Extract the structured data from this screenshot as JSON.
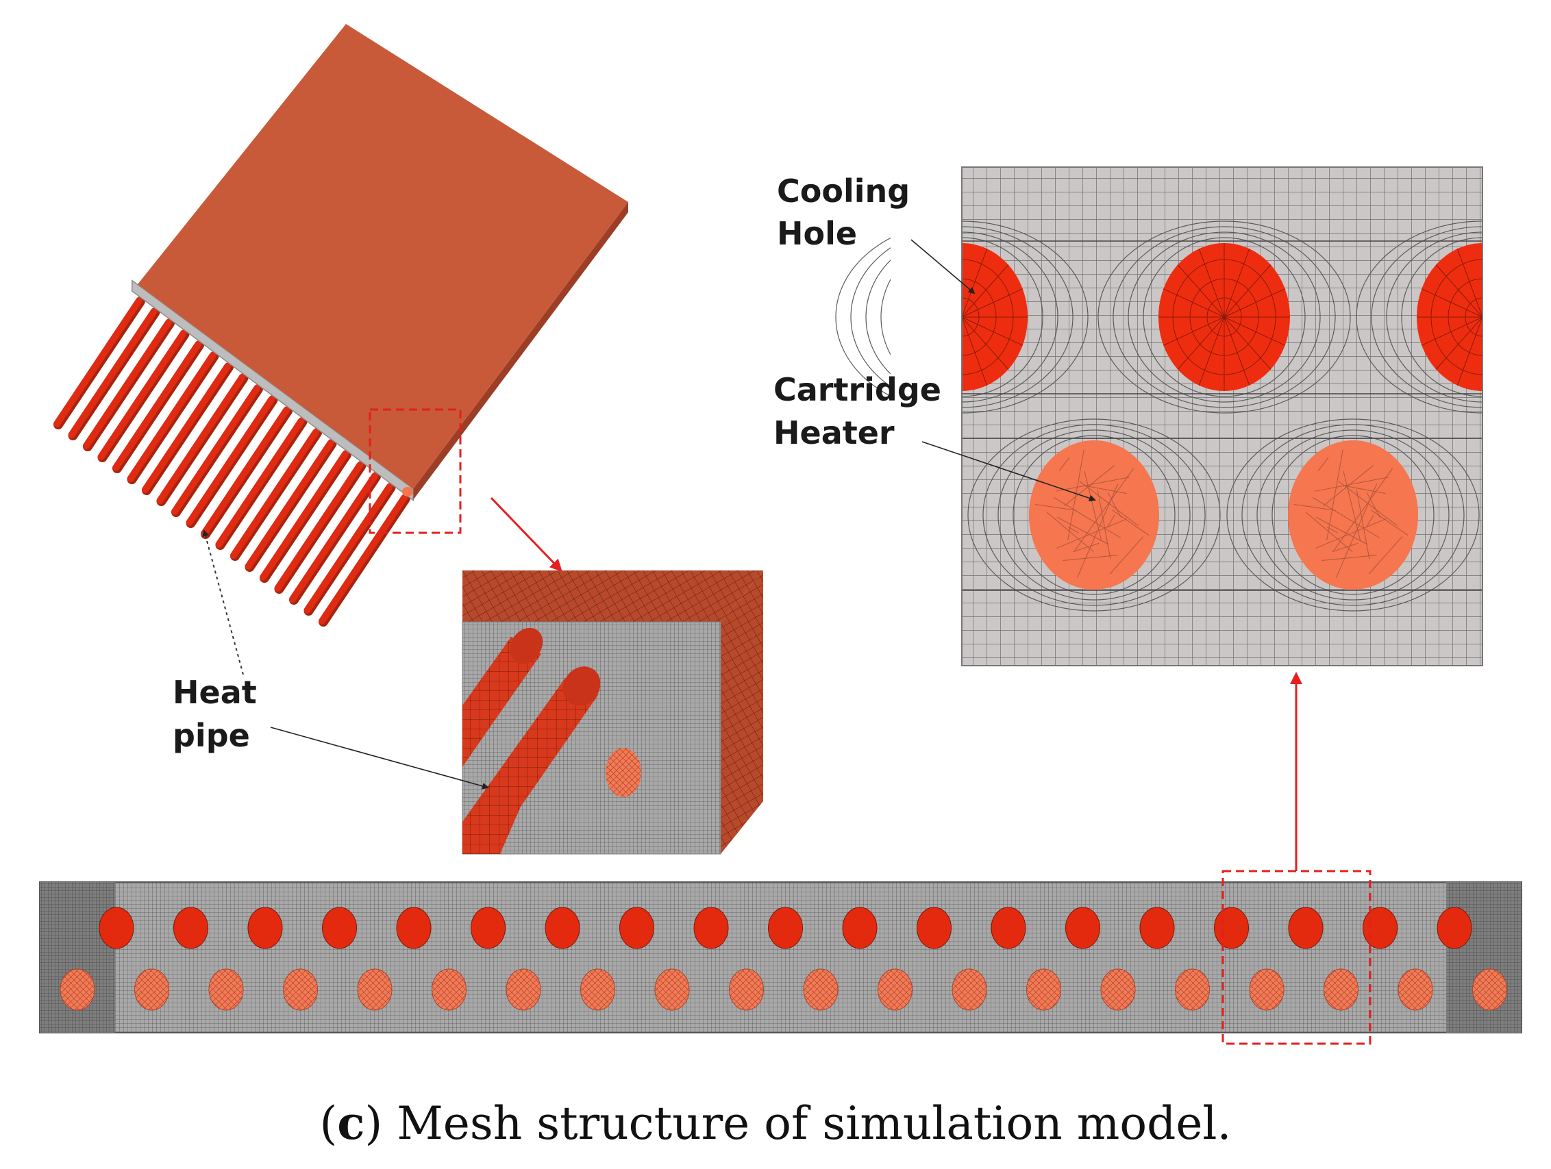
{
  "labels": {
    "cooling_hole": [
      "Cooling",
      "Hole"
    ],
    "cartridge_heater": [
      "Cartridge",
      "Heater"
    ],
    "heat_pipe": [
      "Heat",
      "pipe"
    ]
  },
  "caption": {
    "open": "(",
    "letter": "c",
    "close": ")",
    "text": " Mesh structure of simulation model."
  },
  "colors": {
    "copper_top": "#c85a3a",
    "copper_side": "#a0432a",
    "copper_dark": "#8a3822",
    "aluminium_face": "#c8c8c8",
    "heat_pipe": "#e02a12",
    "cooling_hole": "#ee2d10",
    "cartridge_heater": "#f5764f",
    "mesh_gray": "#cbc7c7",
    "mesh_dark": "#6d6d6d",
    "highlight_red": "#e51f1f"
  },
  "icons": [
    "dotted-leader-arrow",
    "red-callout-arrow"
  ]
}
